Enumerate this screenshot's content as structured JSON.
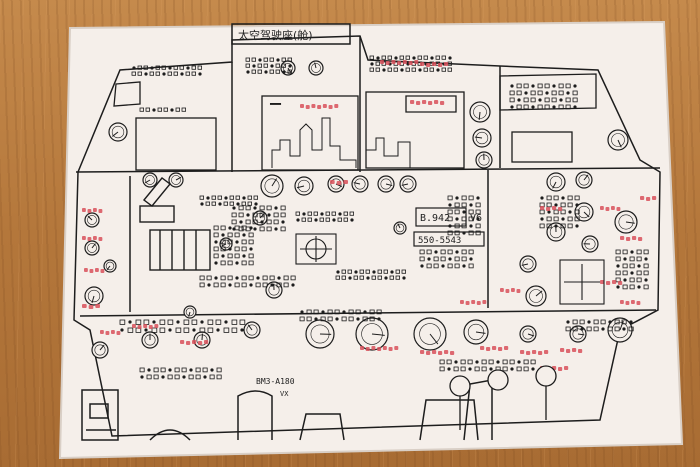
{
  "drawing": {
    "title": "太空驾驶座(舱)",
    "model_code": "BM3-A180",
    "model_sub": "VX",
    "screen_caption": "一",
    "readout_1": "B.942",
    "readout_2": "V6",
    "readout_3": "550-5543"
  },
  "colors": {
    "wood": "#b87a3e",
    "paper": "#f6f0ec",
    "ink": "#1d1d1d",
    "red_ink": "#d8505a"
  }
}
